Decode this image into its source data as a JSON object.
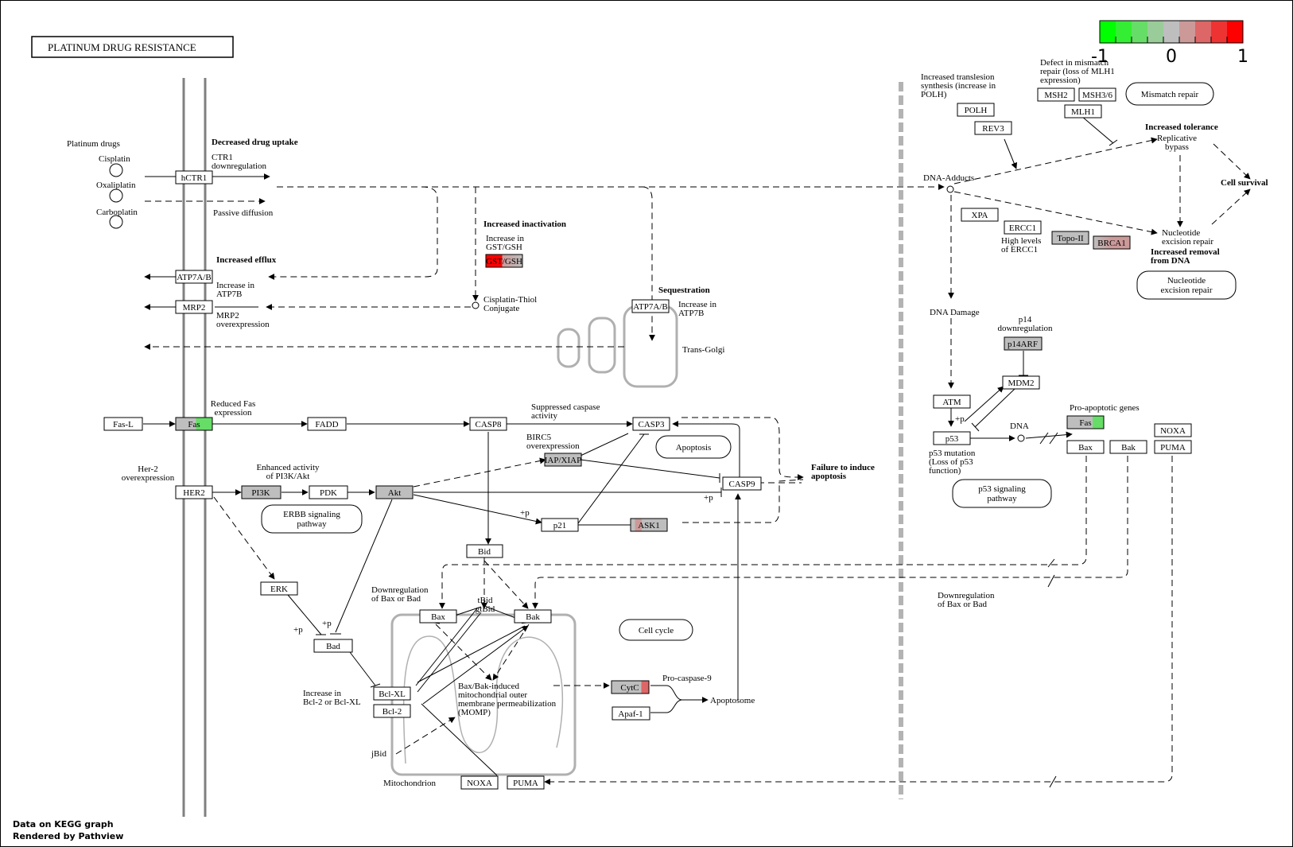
{
  "title": "PLATINUM DRUG RESISTANCE",
  "legend": {
    "ticks": [
      "-1",
      "0",
      "1"
    ],
    "colors": [
      "#00ff00",
      "#33ee33",
      "#66dd66",
      "#99cc99",
      "#bebebe",
      "#cc9999",
      "#dd6666",
      "#ee3333",
      "#ff0000"
    ]
  },
  "footer": {
    "line1": "Data on KEGG graph",
    "line2": "Rendered by Pathview"
  },
  "colors": {
    "default_node": "#ffffff",
    "mapped_node": "#bebebe",
    "membrane": "#808080",
    "compartment": "#b0b0b0",
    "dashed_divider": "#b3b3b3"
  },
  "genes": {
    "hCTR1": "hCTR1",
    "ATP7AB_1": "ATP7A/B",
    "MRP2": "MRP2",
    "GSTGSH": "GST/GSH",
    "ATP7AB_2": "ATP7A/B",
    "FasL": "Fas-L",
    "Fas_1": "Fas",
    "FADD": "FADD",
    "CASP8": "CASP8",
    "CASP3": "CASP3",
    "IAPXIAP": "IAP/XIAP",
    "CASP9": "CASP9",
    "HER2": "HER2",
    "PI3K": "PI3K",
    "PDK": "PDK",
    "Akt": "Akt",
    "p21": "p21",
    "ASK1": "ASK1",
    "Bid": "Bid",
    "ERK": "ERK",
    "Bad": "Bad",
    "Bax_1": "Bax",
    "Bak_1": "Bak",
    "BclXL": "Bcl-XL",
    "Bcl2": "Bcl-2",
    "CytC": "CytC",
    "Apaf1": "Apaf-1",
    "NOXA_1": "NOXA",
    "PUMA_1": "PUMA",
    "POLH": "POLH",
    "REV3": "REV3",
    "MSH2": "MSH2",
    "MSH36": "MSH3/6",
    "MLH1": "MLH1",
    "XPA": "XPA",
    "ERCC1": "ERCC1",
    "TopoII": "Topo-II",
    "BRCA1": "BRCA1",
    "p14ARF": "p14ARF",
    "MDM2": "MDM2",
    "ATM": "ATM",
    "p53": "p53",
    "Fas_2": "Fas",
    "Bax_2": "Bax",
    "Bak_2": "Bak",
    "NOXA_2": "NOXA",
    "PUMA_2": "PUMA"
  },
  "maps": {
    "mismatch": "Mismatch repair",
    "ner": [
      "Nucleotide",
      "excision repair"
    ],
    "apoptosis": "Apoptosis",
    "erbb": [
      "ERBB signaling",
      "pathway"
    ],
    "cellcycle": "Cell cycle",
    "p53sig": [
      "p53 signaling",
      "pathway"
    ]
  },
  "labels": {
    "platinum_drugs": "Platinum drugs",
    "cisplatin": "Cisplatin",
    "oxaliplatin": "Oxaliplatin",
    "carboplatin": "Carboplatin",
    "decreased_uptake": "Decreased drug uptake",
    "ctr1_down": [
      "CTR1",
      "downregulation"
    ],
    "passive_diffusion": "Passive diffusion",
    "increased_efflux": "Increased efflux",
    "increase_atp7b": [
      "Increase in",
      "ATP7B"
    ],
    "mrp2_over": [
      "MRP2",
      "overexpression"
    ],
    "increased_inactivation": "Increased inactivation",
    "increase_gst": [
      "Increase in",
      "GST/GSH"
    ],
    "cisplatin_thiol": [
      "Cisplatin-Thiol",
      "Conjugate"
    ],
    "sequestration": "Sequestration",
    "increase_atp7b_2": [
      "Increase in",
      "ATP7B"
    ],
    "trans_golgi": "Trans-Golgi",
    "reduced_fas": [
      "Reduced Fas",
      "expression"
    ],
    "suppressed_caspase": [
      "Suppressed caspase",
      "activity"
    ],
    "birc5": [
      "BIRC5",
      "overexpression"
    ],
    "her2_over": [
      "Her-2",
      "overexpression"
    ],
    "enhanced_pi3k": [
      "Enhanced activity",
      "of PI3K/Akt"
    ],
    "failure_apoptosis": [
      "Failure to induce",
      "apoptosis"
    ],
    "plus_p": "+p",
    "downreg_baxbad": [
      "Downregulation",
      "of Bax or Bad"
    ],
    "tbid": [
      "tBid",
      "gtBid"
    ],
    "increase_bcl2": [
      "Increase in",
      "Bcl-2 or Bcl-XL"
    ],
    "momp": [
      "Bax/Bak-induced",
      "mitochondrial outer",
      "membrane  permeabilization",
      "(MOMP)"
    ],
    "pro_caspase9": "Pro-caspase-9",
    "apoptosome": "Apoptosome",
    "jbid": "jBid",
    "mitochondrion": "Mitochondrion",
    "increased_translesion": [
      "Increased translesion",
      "synthesis (increase in",
      "POLH)"
    ],
    "defect_mismatch": [
      "Defect in mismatch",
      "repair (loss of MLH1",
      "expression)"
    ],
    "increased_tolerance": "Increased tolerance",
    "replicative_bypass": [
      "Replicative",
      "bypass"
    ],
    "cell_survival": "Cell survival",
    "dna_adducts": "DNA-Adducts",
    "high_ercc1": [
      "High levels",
      "of ERCC1"
    ],
    "ner_text": [
      "Nucleotide",
      "excision repair"
    ],
    "increased_removal": [
      "Increased removal",
      "from DNA"
    ],
    "dna_damage": "DNA Damage",
    "p14_down": [
      "p14",
      "downregulation"
    ],
    "dna": "DNA",
    "pro_apoptotic": "Pro-apoptotic genes",
    "p53_mutation": [
      "p53 mutation",
      "(Loss of p53",
      "function)"
    ],
    "downreg_baxbad_2": [
      "Downregulation",
      "of Bax or Bad"
    ]
  }
}
